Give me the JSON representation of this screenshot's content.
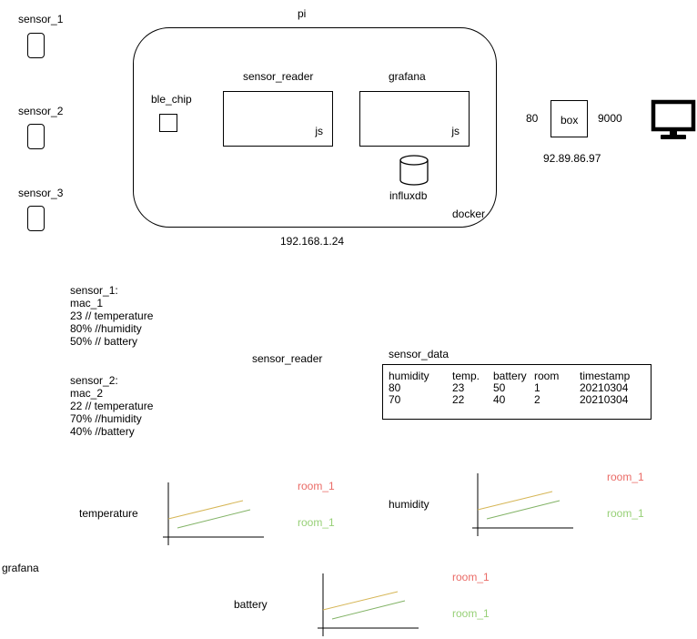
{
  "sensors": [
    {
      "label": "sensor_1"
    },
    {
      "label": "sensor_2"
    },
    {
      "label": "sensor_3"
    }
  ],
  "pi": {
    "title": "pi",
    "ble_chip": "ble_chip",
    "sensor_reader": {
      "title": "sensor_reader",
      "lang": "js"
    },
    "grafana": {
      "title": "grafana",
      "lang": "js"
    },
    "influxdb": "influxdb",
    "docker": "docker",
    "ip": "192.168.1.24"
  },
  "router": {
    "label": "box",
    "port_in": "80",
    "port_out": "9000",
    "ip": "92.89.86.97",
    "monitor_icon": "monitor-icon"
  },
  "sensor_payloads": [
    {
      "text": "sensor_1:\nmac_1\n23 // temperature\n80% //humidity\n50% // battery"
    },
    {
      "text": "sensor_2:\nmac_2\n22 // temperature\n70% //humidity\n40% //battery"
    }
  ],
  "sensor_reader_label": "sensor_reader",
  "sensor_data": {
    "title": "sensor_data",
    "headers": [
      "humidity",
      "temp.",
      "battery",
      "room",
      "timestamp"
    ],
    "rows": [
      [
        "80",
        "23",
        "50",
        "1",
        "20210304"
      ],
      [
        "70",
        "22",
        "40",
        "2",
        "20210304"
      ]
    ]
  },
  "grafana_label": "grafana",
  "colors": {
    "room_red": "#ea6b66",
    "room_green": "#97d077",
    "line_orange": "#d6b656",
    "line_green": "#82b366"
  },
  "graphs": [
    {
      "title": "temperature",
      "legend": [
        "room_1",
        "room_1"
      ]
    },
    {
      "title": "humidity",
      "legend": [
        "room_1",
        "room_1"
      ]
    },
    {
      "title": "battery",
      "legend": [
        "room_1",
        "room_1"
      ]
    }
  ]
}
